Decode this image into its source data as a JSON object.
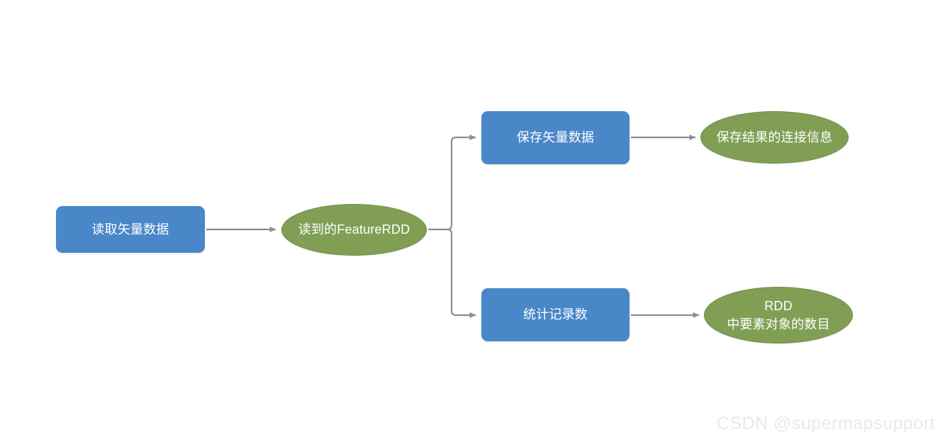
{
  "diagram": {
    "type": "flowchart",
    "orientation": "left-to-right",
    "background_color": "#ffffff",
    "colors": {
      "process_fill": "#4a87c8",
      "data_fill": "#819f54",
      "data_border": "#6f8c47",
      "connector": "#8d8d8d",
      "label_text": "#ffffff",
      "watermark_text": "#e9e9e9"
    },
    "nodes": [
      {
        "id": "read-vector",
        "label": "读取矢量数据",
        "shape": "rounded-rectangle",
        "role": "process"
      },
      {
        "id": "feature-rdd",
        "label": "读到的FeatureRDD",
        "shape": "ellipse",
        "role": "data"
      },
      {
        "id": "save-vector",
        "label": "保存矢量数据",
        "shape": "rounded-rectangle",
        "role": "process"
      },
      {
        "id": "save-result",
        "label": "保存结果的连接信息",
        "shape": "ellipse",
        "role": "data"
      },
      {
        "id": "count-records",
        "label": "统计记录数",
        "shape": "rounded-rectangle",
        "role": "process"
      },
      {
        "id": "rdd-count",
        "label": "RDD\n中要素对象的数目",
        "shape": "ellipse",
        "role": "data"
      }
    ],
    "edges": [
      {
        "id": "edge-read-to-rdd",
        "from": "read-vector",
        "to": "feature-rdd",
        "style": "straight-arrow"
      },
      {
        "id": "edge-rdd-to-save",
        "from": "feature-rdd",
        "to": "save-vector",
        "style": "orthogonal-arrow"
      },
      {
        "id": "edge-rdd-to-count",
        "from": "feature-rdd",
        "to": "count-records",
        "style": "orthogonal-arrow"
      },
      {
        "id": "edge-save-to-result",
        "from": "save-vector",
        "to": "save-result",
        "style": "straight-arrow"
      },
      {
        "id": "edge-count-to-rddcount",
        "from": "count-records",
        "to": "rdd-count",
        "style": "straight-arrow"
      }
    ]
  },
  "watermark": {
    "text": "CSDN @supermapsupport"
  }
}
